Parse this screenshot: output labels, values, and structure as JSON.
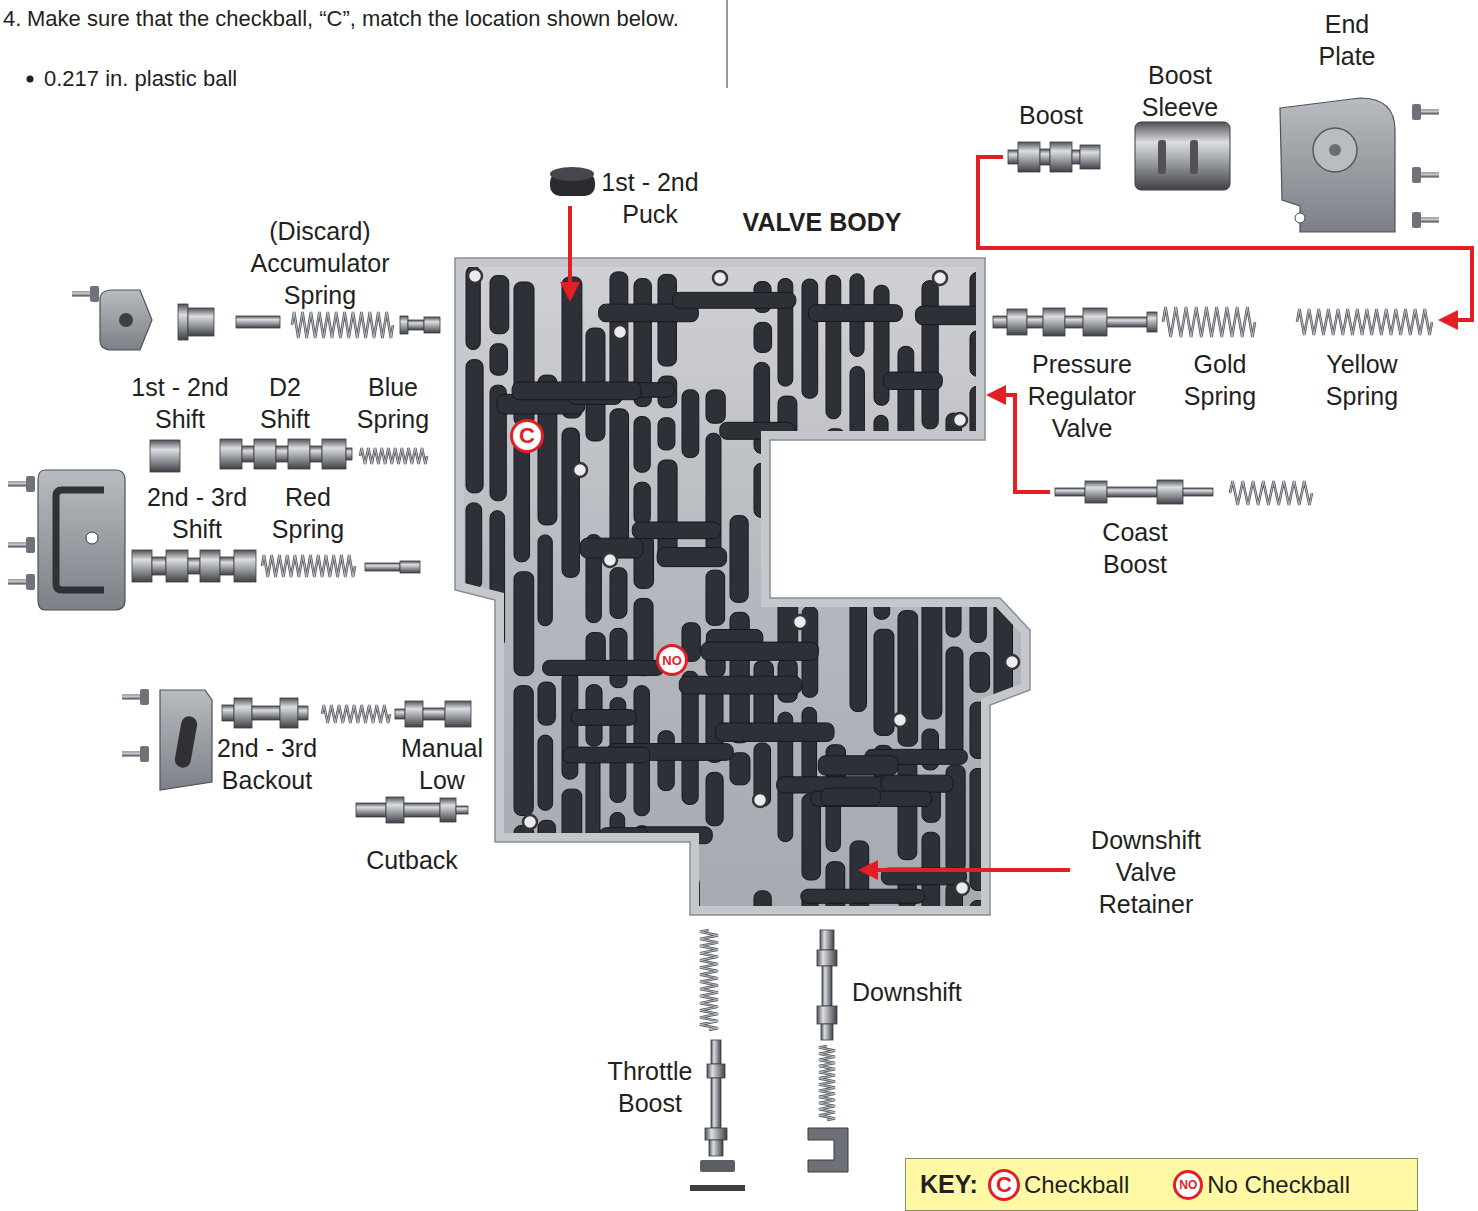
{
  "diagram": {
    "nodes": [
      {
        "text": [
          "C"
        ]
      },
      {
        "text": [
          "NO"
        ]
      }
    ],
    "labels": [
      "4.",
      "Make sure that the checkball, “C”, match the location shown below.",
      "0.217 in. plastic ball",
      "End Plate",
      "Boost Sleeve",
      "Boost",
      "1st - 2nd Puck",
      "VALVE BODY",
      "(Discard) Accumulator Spring",
      "1st - 2nd Shift",
      "D2 Shift",
      "Blue Spring",
      "Pressure Regulator Valve",
      "Gold Spring",
      "Yellow Spring",
      "2nd - 3rd Shift",
      "Red Spring",
      "Coast Boost",
      "2nd - 3rd Backout",
      "Manual Low",
      "Cutback",
      "Downshift Valve Retainer",
      "Downshift",
      "Throttle Boost",
      "KEY:",
      "C",
      "NO"
    ],
    "legend": [
      {
        "text": "Checkball"
      },
      {
        "text": "No Checkball"
      }
    ]
  }
}
